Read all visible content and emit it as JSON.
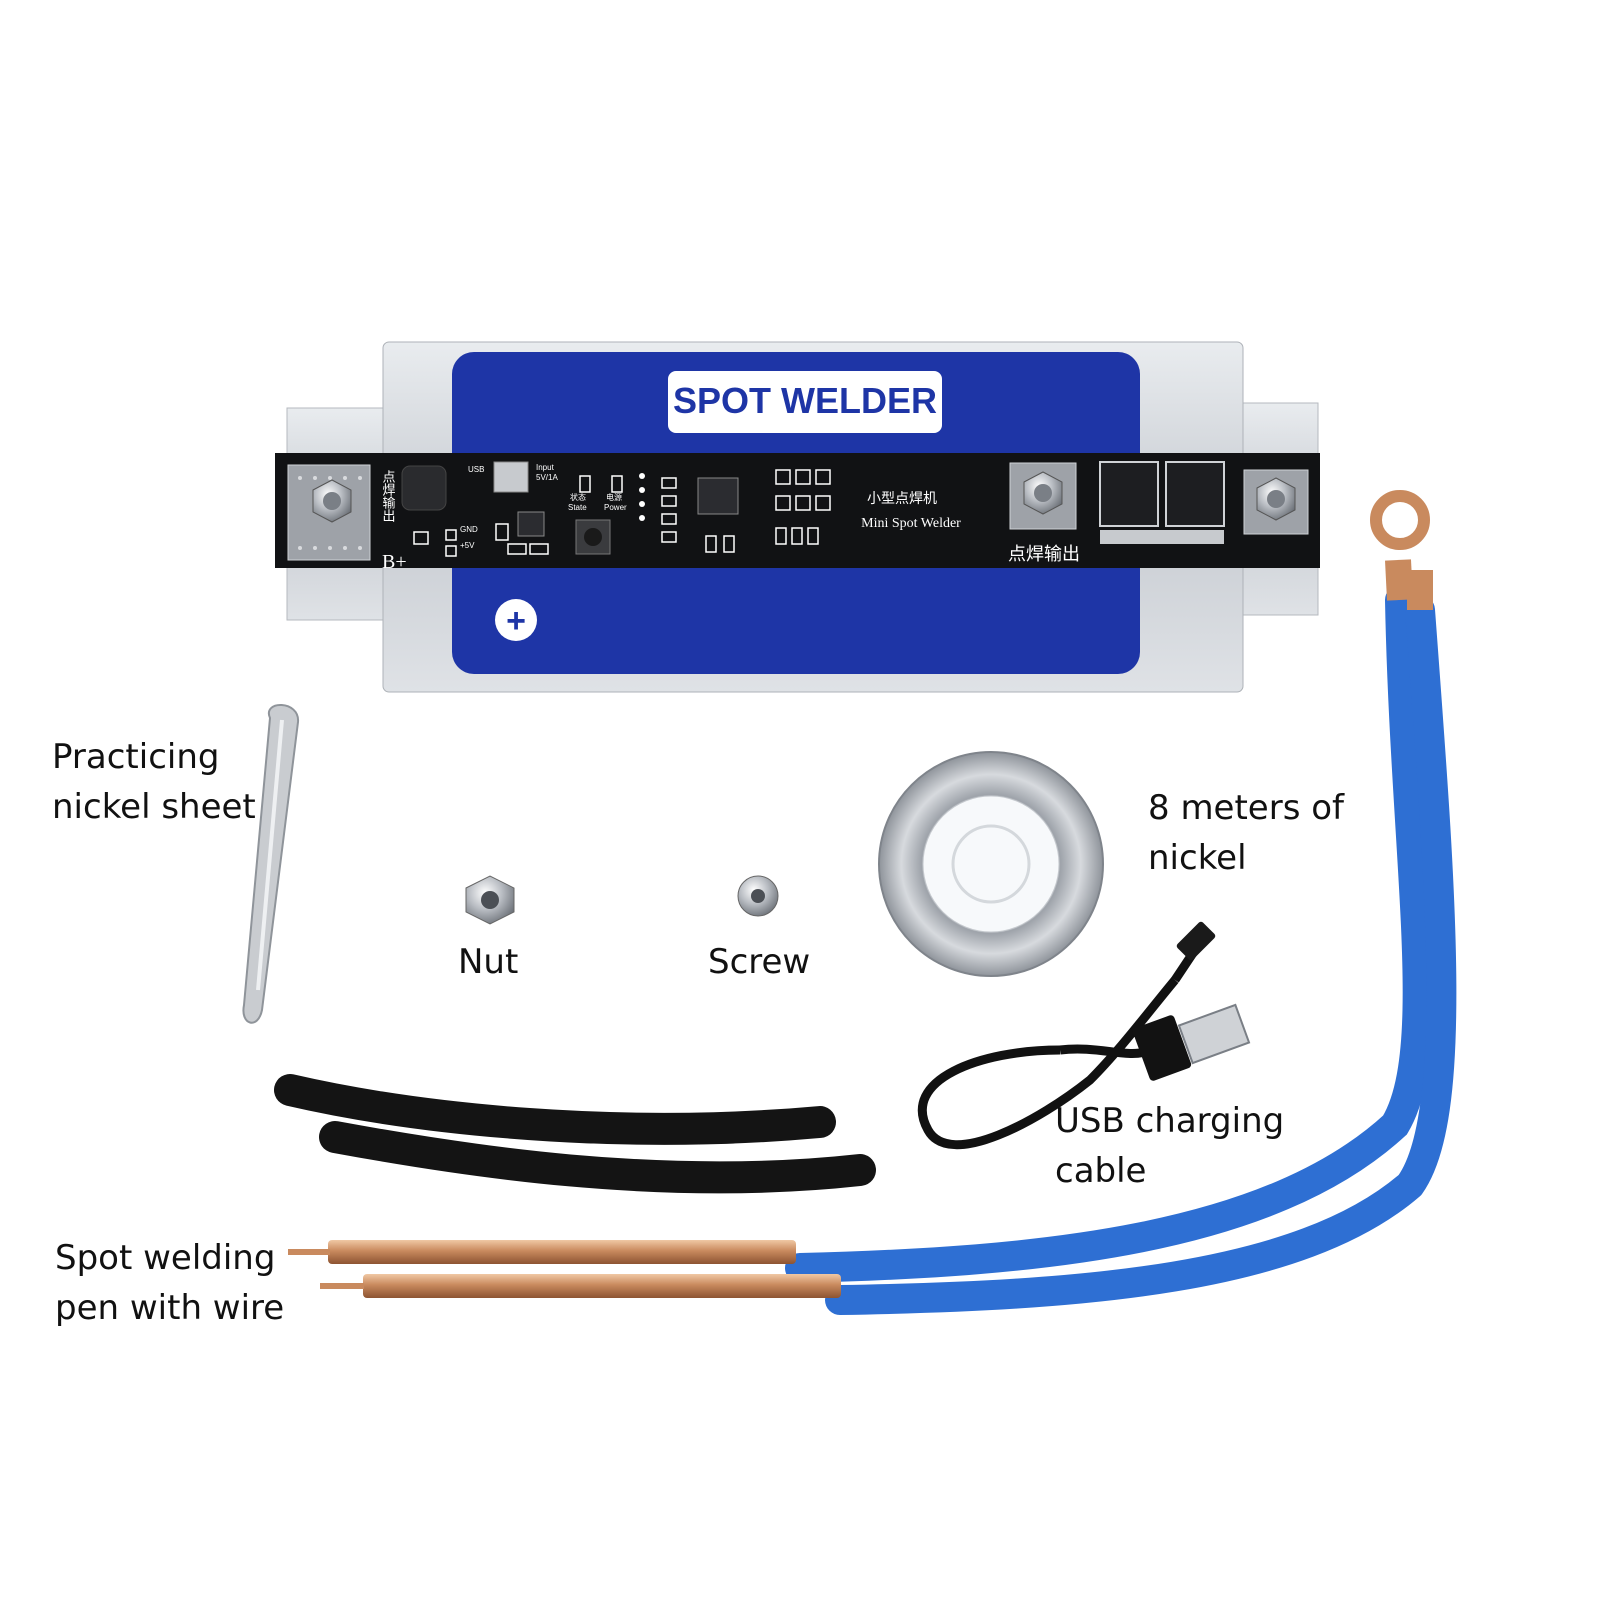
{
  "board": {
    "label_main": "SPOT WELDER",
    "label_cn": "小型点焊机",
    "label_en": "Mini Spot Welder",
    "output_cn": "点焊输出",
    "output_cn_side": "点焊输出",
    "terminal": "B+",
    "plus_sign": "+",
    "pcb_small": {
      "usb": "USB",
      "input": "Input",
      "input_spec": "5V/1A",
      "state_cn": "状态",
      "state": "State",
      "power_cn": "电源",
      "power": "Power",
      "gnd": "GND",
      "plus5v": "+5V"
    }
  },
  "captions": {
    "practicing": [
      "Practicing",
      "nickel sheet"
    ],
    "nickel_roll": [
      "8 meters of",
      "nickel"
    ],
    "nut": "Nut",
    "screw": "Screw",
    "usb_cable": [
      "USB charging",
      "cable"
    ],
    "pen": [
      "Spot welding",
      "pen with wire"
    ]
  },
  "colors": {
    "board_blue": "#1e35a6",
    "pcb_black": "#111214",
    "wire_blue": "#2e6fd3",
    "copper": "#c98a5e",
    "heat_shrink": "#141414"
  }
}
